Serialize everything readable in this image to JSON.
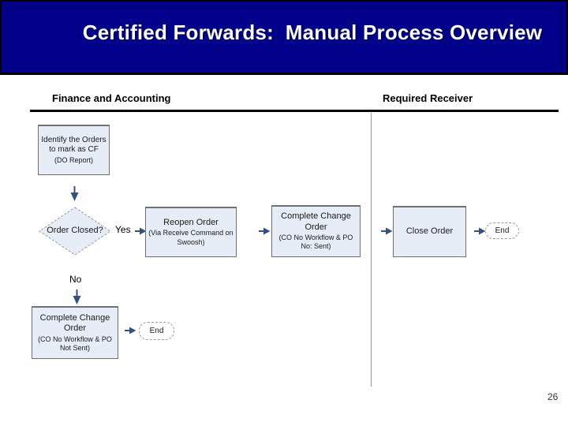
{
  "slide": {
    "title": "Certified Forwards:  Manual Process Overview",
    "page_number": "26"
  },
  "lanes": {
    "left_header": "Finance and Accounting",
    "right_header": "Required Receiver"
  },
  "flowchart": {
    "identify": {
      "main": "Identify the Orders to mark as CF",
      "sub": "(DO Report)"
    },
    "decision": "Order Closed?",
    "yes": "Yes",
    "no": "No",
    "reopen": {
      "main": "Reopen Order",
      "sub": "(Via Receive Command on Swoosh)"
    },
    "complete_top": {
      "main": "Complete Change Order",
      "sub": "(CO No Workflow & PO No: Sent)"
    },
    "close": "Close Order",
    "end_top": "End",
    "complete_bottom": {
      "main": "Complete Change Order",
      "sub": "(CO No Workflow & PO Not Sent)"
    },
    "end_bottom": "End"
  },
  "colors": {
    "title_bar": "#00008b",
    "shape_fill": "#e7edf7",
    "shape_border": "#707070",
    "arrow": "#33517e",
    "divider": "#9a9a9a"
  }
}
